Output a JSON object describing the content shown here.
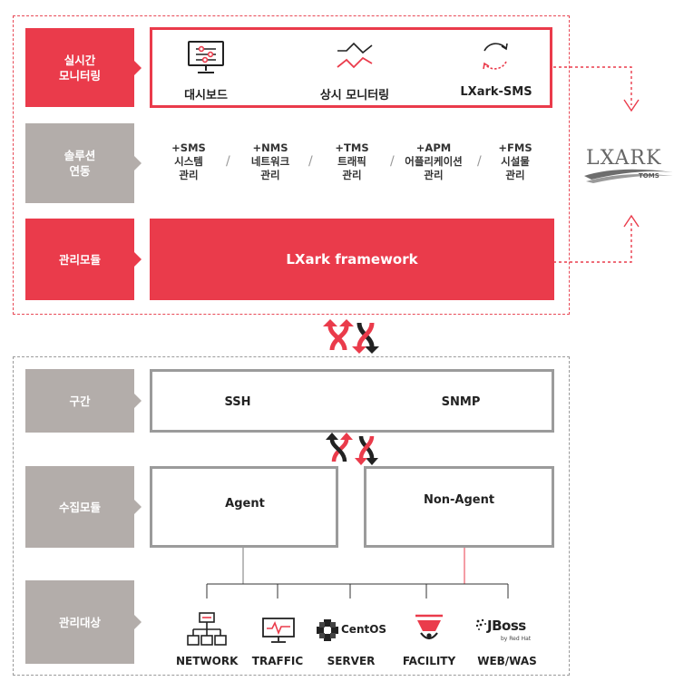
{
  "colors": {
    "accent": "#ea3b4b",
    "gray": "#b3adaa",
    "border_gray": "#9b9b9b"
  },
  "top_section": {
    "realtime": {
      "category": "실시간\n모니터링",
      "items": [
        {
          "label": "대시보드",
          "icon": "dashboard-monitor-icon"
        },
        {
          "label": "상시 모니터링",
          "icon": "line-graph-icon"
        },
        {
          "label": "LXark-SMS",
          "icon": "refresh-cycle-icon"
        }
      ]
    },
    "integration": {
      "category": "솔루션\n연동",
      "items": [
        "+SMS\n시스템\n관리",
        "+NMS\n네트워크\n관리",
        "+TMS\n트래픽\n관리",
        "+APM\n어플리케이션\n관리",
        "+FMS\n시설물\n관리"
      ]
    },
    "module": {
      "category": "관리모듈",
      "framework": "LXark framework"
    }
  },
  "logo": {
    "name": "LXARK",
    "sub": "TOMS"
  },
  "bottom_section": {
    "segment": {
      "category": "구간",
      "protocols": [
        "SSH",
        "SNMP"
      ]
    },
    "collect": {
      "category": "수집모듈",
      "modes": [
        "Agent",
        "Non-Agent"
      ]
    },
    "targets": {
      "category": "관리대상",
      "items": [
        {
          "label": "NETWORK",
          "icon": "network-icon"
        },
        {
          "label": "TRAFFIC",
          "icon": "traffic-monitor-icon"
        },
        {
          "label": "SERVER",
          "icon": "centos-icon",
          "brand": "CentOS"
        },
        {
          "label": "FACILITY",
          "icon": "alarm-light-icon"
        },
        {
          "label": "WEB/WAS",
          "icon": "jboss-icon",
          "brand": "JBoss",
          "brand_sub": "by Red Hat"
        }
      ]
    }
  }
}
